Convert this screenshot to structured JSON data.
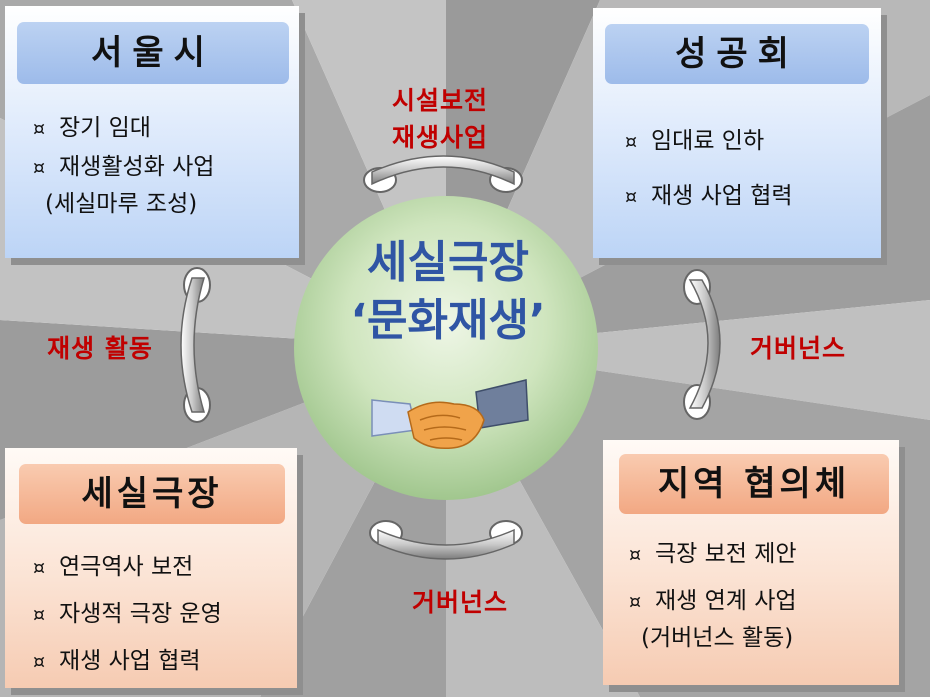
{
  "center": {
    "line1": "세실극장",
    "line2": "‘문화재생’",
    "icon": "handshake-icon"
  },
  "panels": {
    "seoul": {
      "title": "서울시",
      "items": [
        "장기 임대",
        "재생활성화 사업"
      ],
      "sub": "(세실마루 조성)"
    },
    "sgh": {
      "title": "성공회",
      "items": [
        "임대료 인하",
        "재생 사업 협력"
      ]
    },
    "theater": {
      "title": "세실극장",
      "items": [
        "연극역사 보전",
        "자생적 극장 운영",
        "재생 사업 협력"
      ]
    },
    "council": {
      "title": "지역 협의체",
      "items": [
        "극장 보전 제안",
        "재생 연계 사업"
      ],
      "sub": "(거버넌스 활동)"
    }
  },
  "bullet": "¤",
  "links": {
    "top": {
      "line1": "시설보전",
      "line2": "재생사업"
    },
    "left": "재생 활동",
    "right": "거버넌스",
    "bottom": "거버넌스"
  },
  "colors": {
    "panel_blue": "#bcd4f6",
    "panel_peach": "#f6cbb2",
    "center_text": "#2f55a4",
    "link_text": "#c00000"
  }
}
